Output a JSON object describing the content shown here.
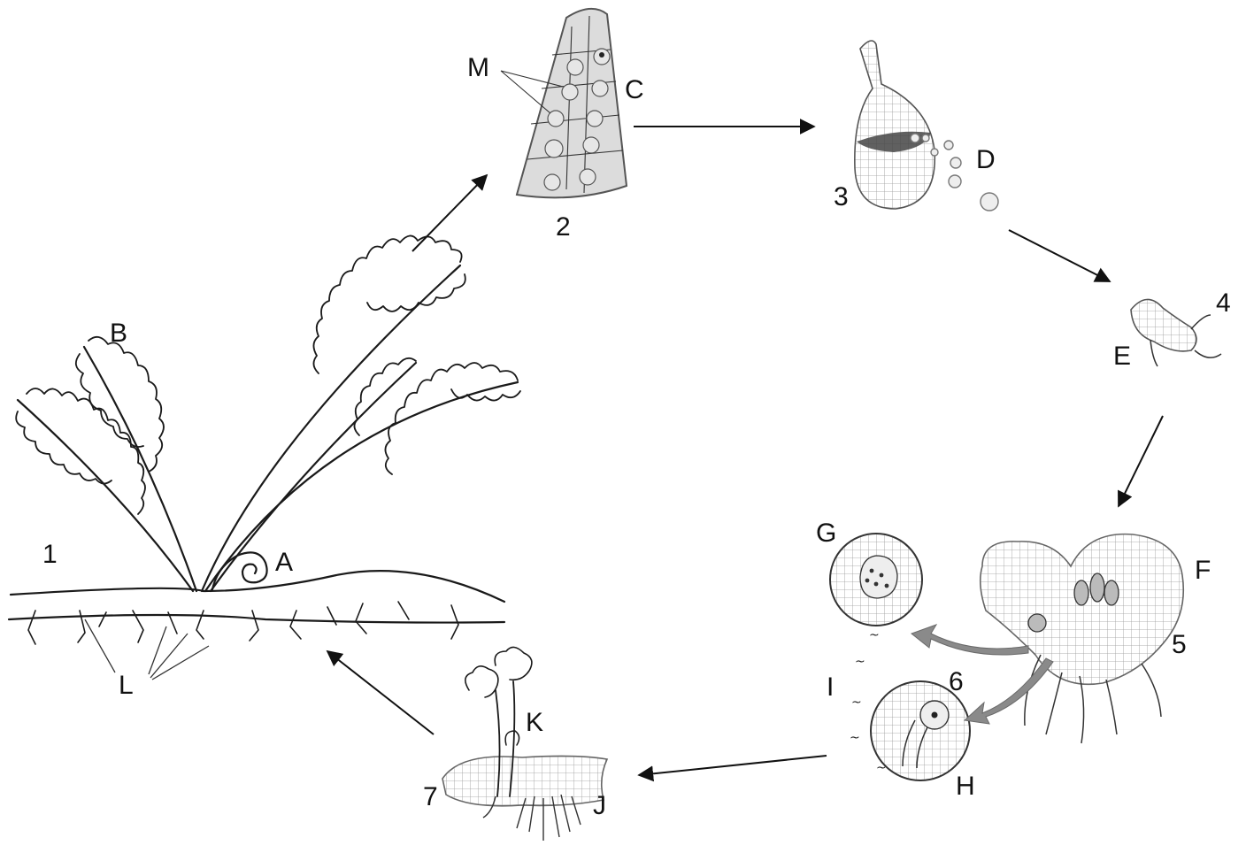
{
  "labels": {
    "A": "A",
    "B": "B",
    "C": "C",
    "D": "D",
    "E": "E",
    "F": "F",
    "G": "G",
    "H": "H",
    "I": "I",
    "J": "J",
    "K": "K",
    "L": "L",
    "M": "M"
  },
  "stages": {
    "s1": "1",
    "s2": "2",
    "s3": "3",
    "s4": "4",
    "s5": "5",
    "s6": "6",
    "s7": "7"
  }
}
